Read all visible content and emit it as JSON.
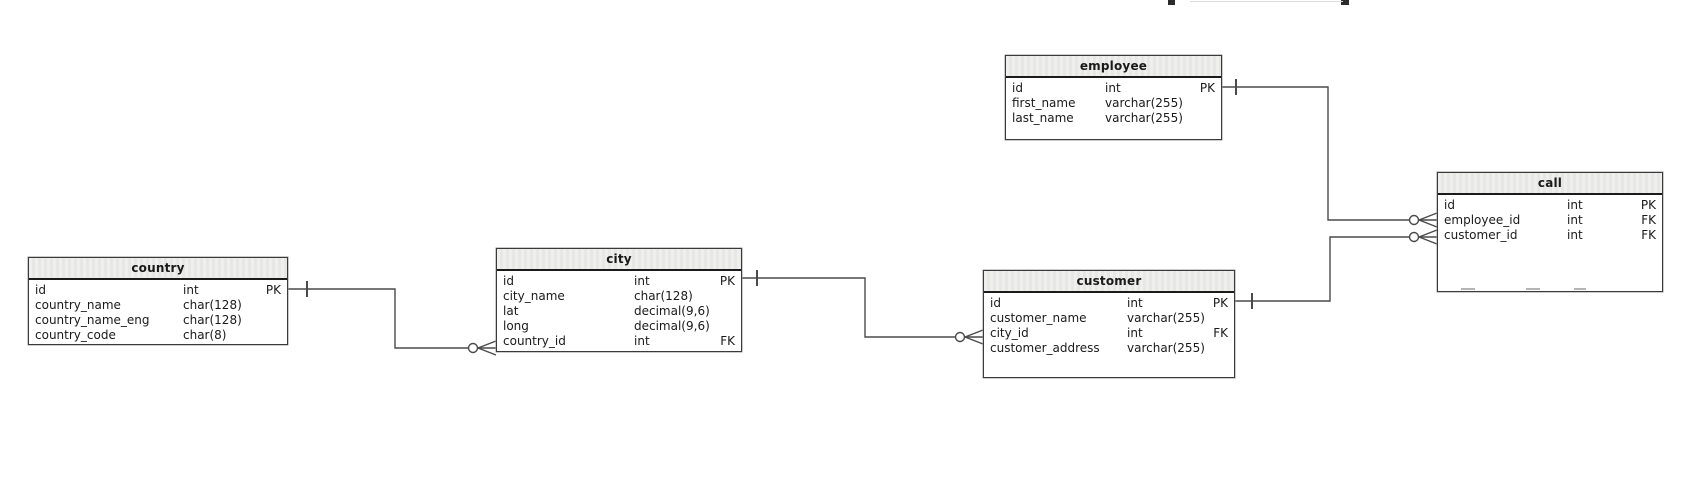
{
  "diagram": {
    "type": "entity-relationship",
    "tables": [
      {
        "name": "country",
        "columns": [
          {
            "name": "id",
            "type": "int",
            "key": "PK"
          },
          {
            "name": "country_name",
            "type": "char(128)",
            "key": ""
          },
          {
            "name": "country_name_eng",
            "type": "char(128)",
            "key": ""
          },
          {
            "name": "country_code",
            "type": "char(8)",
            "key": ""
          }
        ]
      },
      {
        "name": "city",
        "columns": [
          {
            "name": "id",
            "type": "int",
            "key": "PK"
          },
          {
            "name": "city_name",
            "type": "char(128)",
            "key": ""
          },
          {
            "name": "lat",
            "type": "decimal(9,6)",
            "key": ""
          },
          {
            "name": "long",
            "type": "decimal(9,6)",
            "key": ""
          },
          {
            "name": "country_id",
            "type": "int",
            "key": "FK"
          }
        ]
      },
      {
        "name": "employee",
        "columns": [
          {
            "name": "id",
            "type": "int",
            "key": "PK"
          },
          {
            "name": "first_name",
            "type": "varchar(255)",
            "key": ""
          },
          {
            "name": "last_name",
            "type": "varchar(255)",
            "key": ""
          }
        ]
      },
      {
        "name": "customer",
        "columns": [
          {
            "name": "id",
            "type": "int",
            "key": "PK"
          },
          {
            "name": "customer_name",
            "type": "varchar(255)",
            "key": ""
          },
          {
            "name": "city_id",
            "type": "int",
            "key": "FK"
          },
          {
            "name": "customer_address",
            "type": "varchar(255)",
            "key": ""
          }
        ]
      },
      {
        "name": "call",
        "columns": [
          {
            "name": "id",
            "type": "int",
            "key": "PK"
          },
          {
            "name": "employee_id",
            "type": "int",
            "key": "FK"
          },
          {
            "name": "customer_id",
            "type": "int",
            "key": "FK"
          }
        ]
      }
    ],
    "relationships": [
      {
        "from_table": "country",
        "from_column": "id",
        "to_table": "city",
        "to_column": "country_id",
        "from_cardinality": "one",
        "to_cardinality": "zero-or-many"
      },
      {
        "from_table": "city",
        "from_column": "id",
        "to_table": "customer",
        "to_column": "city_id",
        "from_cardinality": "one",
        "to_cardinality": "zero-or-many"
      },
      {
        "from_table": "employee",
        "from_column": "id",
        "to_table": "call",
        "to_column": "employee_id",
        "from_cardinality": "one",
        "to_cardinality": "zero-or-many"
      },
      {
        "from_table": "customer",
        "from_column": "id",
        "to_table": "call",
        "to_column": "customer_id",
        "from_cardinality": "one",
        "to_cardinality": "zero-or-many"
      }
    ],
    "colors": {
      "line": "#4a4a4a",
      "border": "#3a3a3a",
      "header_bg": "#ececeb",
      "text": "#1a1a1a"
    }
  }
}
